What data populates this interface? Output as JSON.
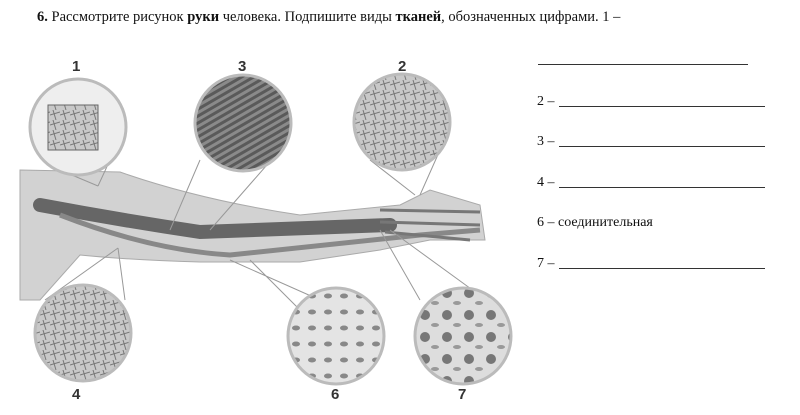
{
  "task": {
    "number": "6.",
    "text1": " Рассмотрите рисунок ",
    "bold1": "руки",
    "text2": " человека. Подпишите виды ",
    "bold2": "тканей",
    "text3": ", обозначенных цифрами.  1 –"
  },
  "answers": [
    {
      "label": "2 –",
      "value": ""
    },
    {
      "label": "3 –",
      "value": ""
    },
    {
      "label": "4 –",
      "value": ""
    },
    {
      "label": "6 – соединительная",
      "value": ""
    },
    {
      "label": "7 –",
      "value": ""
    }
  ],
  "figure": {
    "labels": [
      "1",
      "3",
      "2",
      "4",
      "6",
      "7"
    ]
  }
}
